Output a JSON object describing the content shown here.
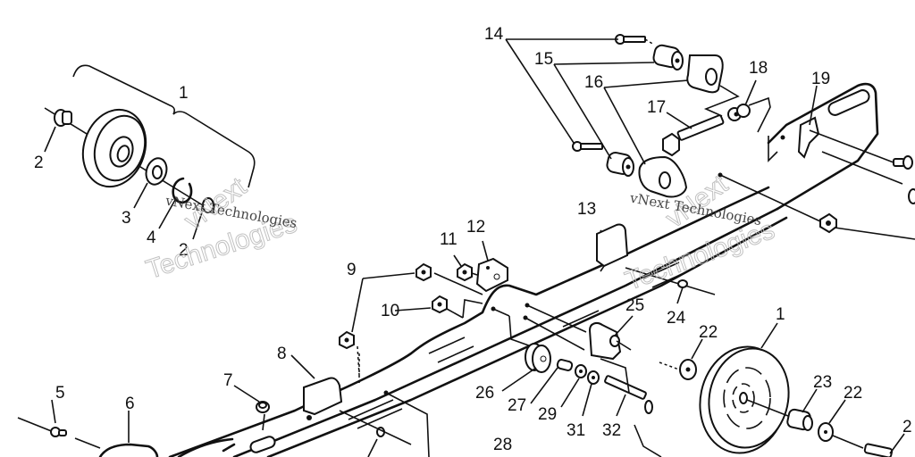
{
  "diagram": {
    "type": "exploded-parts-diagram",
    "colors": {
      "ink": "#111111",
      "background": "#ffffff",
      "watermark": "#bbbbbb"
    },
    "watermark": {
      "line1": "vNext",
      "line2": "Technologies",
      "full": "vNext Technologies"
    },
    "callouts": [
      {
        "id": "c1a",
        "text": "1"
      },
      {
        "id": "c2a",
        "text": "2"
      },
      {
        "id": "c3",
        "text": "3"
      },
      {
        "id": "c4",
        "text": "4"
      },
      {
        "id": "c2b",
        "text": "2"
      },
      {
        "id": "c5",
        "text": "5"
      },
      {
        "id": "c6",
        "text": "6"
      },
      {
        "id": "c7",
        "text": "7"
      },
      {
        "id": "c8",
        "text": "8"
      },
      {
        "id": "c9",
        "text": "9"
      },
      {
        "id": "c10",
        "text": "10"
      },
      {
        "id": "c11",
        "text": "11"
      },
      {
        "id": "c12",
        "text": "12"
      },
      {
        "id": "c13",
        "text": "13"
      },
      {
        "id": "c14",
        "text": "14"
      },
      {
        "id": "c15",
        "text": "15"
      },
      {
        "id": "c16",
        "text": "16"
      },
      {
        "id": "c17",
        "text": "17"
      },
      {
        "id": "c18",
        "text": "18"
      },
      {
        "id": "c19",
        "text": "19"
      },
      {
        "id": "c24",
        "text": "24"
      },
      {
        "id": "c25",
        "text": "25"
      },
      {
        "id": "c22a",
        "text": "22"
      },
      {
        "id": "c1b",
        "text": "1"
      },
      {
        "id": "c23",
        "text": "23"
      },
      {
        "id": "c22b",
        "text": "22"
      },
      {
        "id": "c2c",
        "text": "2"
      },
      {
        "id": "c26",
        "text": "26"
      },
      {
        "id": "c27",
        "text": "27"
      },
      {
        "id": "c29",
        "text": "29"
      },
      {
        "id": "c31",
        "text": "31"
      },
      {
        "id": "c32",
        "text": "32"
      },
      {
        "id": "c28",
        "text": "28"
      }
    ]
  }
}
